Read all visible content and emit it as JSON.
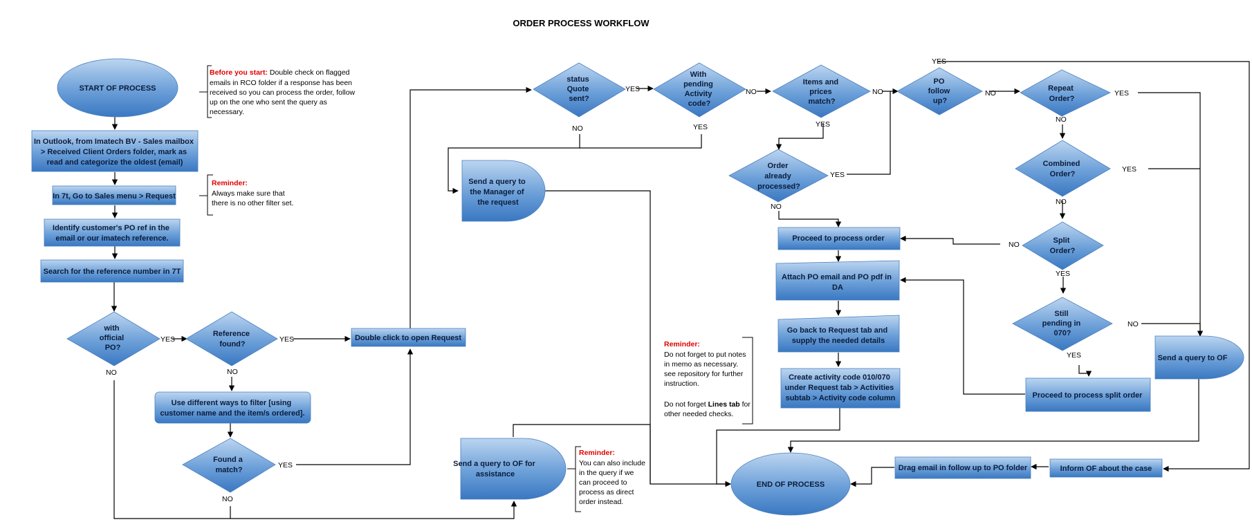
{
  "title": "ORDER PROCESS WORKFLOW",
  "colors": {
    "shape_light": "#b9d3ef",
    "shape_dark": "#3a78c2",
    "line": "#000000",
    "reminder_red": "#e00000"
  },
  "labels": {
    "yes": "YES",
    "no": "NO"
  },
  "nodes": {
    "start": [
      "START OF PROCESS"
    ],
    "outlook": [
      "In Outlook, from Imatech BV - Sales mailbox",
      "> Received Client Orders folder, mark as",
      "read and categorize the oldest (email)"
    ],
    "in7t": [
      "In 7t, Go to Sales menu > Request"
    ],
    "identify": [
      "Identify customer's PO ref in the",
      "email or our imatech reference."
    ],
    "search": [
      "Search for the reference number in 7T"
    ],
    "official_po": [
      "with",
      "official",
      "PO?"
    ],
    "ref_found": [
      "Reference",
      "found?"
    ],
    "double_click": [
      "Double click to open Request"
    ],
    "diff_ways": [
      "Use different ways to filter [using",
      "customer name and the item/s ordered]."
    ],
    "found_match": [
      "Found a",
      "match?"
    ],
    "query_of_assist": [
      "Send a query to OF for",
      "assistance"
    ],
    "status_quote": [
      "status",
      "Quote",
      "sent?"
    ],
    "pending_activity": [
      "With",
      "pending",
      "Activity",
      "code?"
    ],
    "query_manager": [
      "Send a query to",
      "the Manager of",
      "the request"
    ],
    "items_prices": [
      "Items and",
      "prices",
      "match?"
    ],
    "order_processed": [
      "Order",
      "already",
      "processed?"
    ],
    "po_followup": [
      "PO",
      "follow",
      "up?"
    ],
    "repeat_order": [
      "Repeat",
      "Order?"
    ],
    "combined_order": [
      "Combined",
      "Order?"
    ],
    "split_order": [
      "Split",
      "Order?"
    ],
    "still_pending": [
      "Still",
      "pending in",
      "070?"
    ],
    "proceed_process": [
      "Proceed to process order"
    ],
    "attach_po": [
      "Attach PO email and PO pdf in",
      "DA"
    ],
    "go_back": [
      "Go back to Request tab and",
      "supply the needed details"
    ],
    "create_activity": [
      "Create activity code 010/070",
      "under Request tab > Activities",
      "subtab > Activity code column"
    ],
    "proceed_split": [
      "Proceed to process split order"
    ],
    "query_of": [
      "Send a query to OF"
    ],
    "end": [
      "END OF PROCESS"
    ],
    "drag_email": [
      "Drag email in follow up to PO folder"
    ],
    "inform_of": [
      "Inform OF about the case"
    ]
  },
  "notes": {
    "before_start": {
      "heading": "Before you start:",
      "lines": [
        " Double check on flagged",
        "emails in RCO folder if a response has been",
        "received so you can process the order, follow",
        "up on the one who sent the query as",
        "necessary."
      ]
    },
    "reminder_filter": {
      "heading": "Reminder:",
      "lines": [
        "Always make sure that",
        "there is no other filter set."
      ]
    },
    "reminder_notes": {
      "heading": "Reminder:",
      "lines": [
        "Do not forget to put notes",
        "in memo as necessary.",
        "see repository for further",
        "instruction.",
        "",
        "Do not forget "
      ],
      "bold_fragment": "Lines tab",
      "after_bold": " for",
      "last_line": "other needed checks."
    },
    "reminder_direct": {
      "heading": "Reminder:",
      "lines": [
        "You can also include",
        "in the query if we",
        "can proceed to",
        "process as direct",
        "order instead."
      ]
    }
  }
}
